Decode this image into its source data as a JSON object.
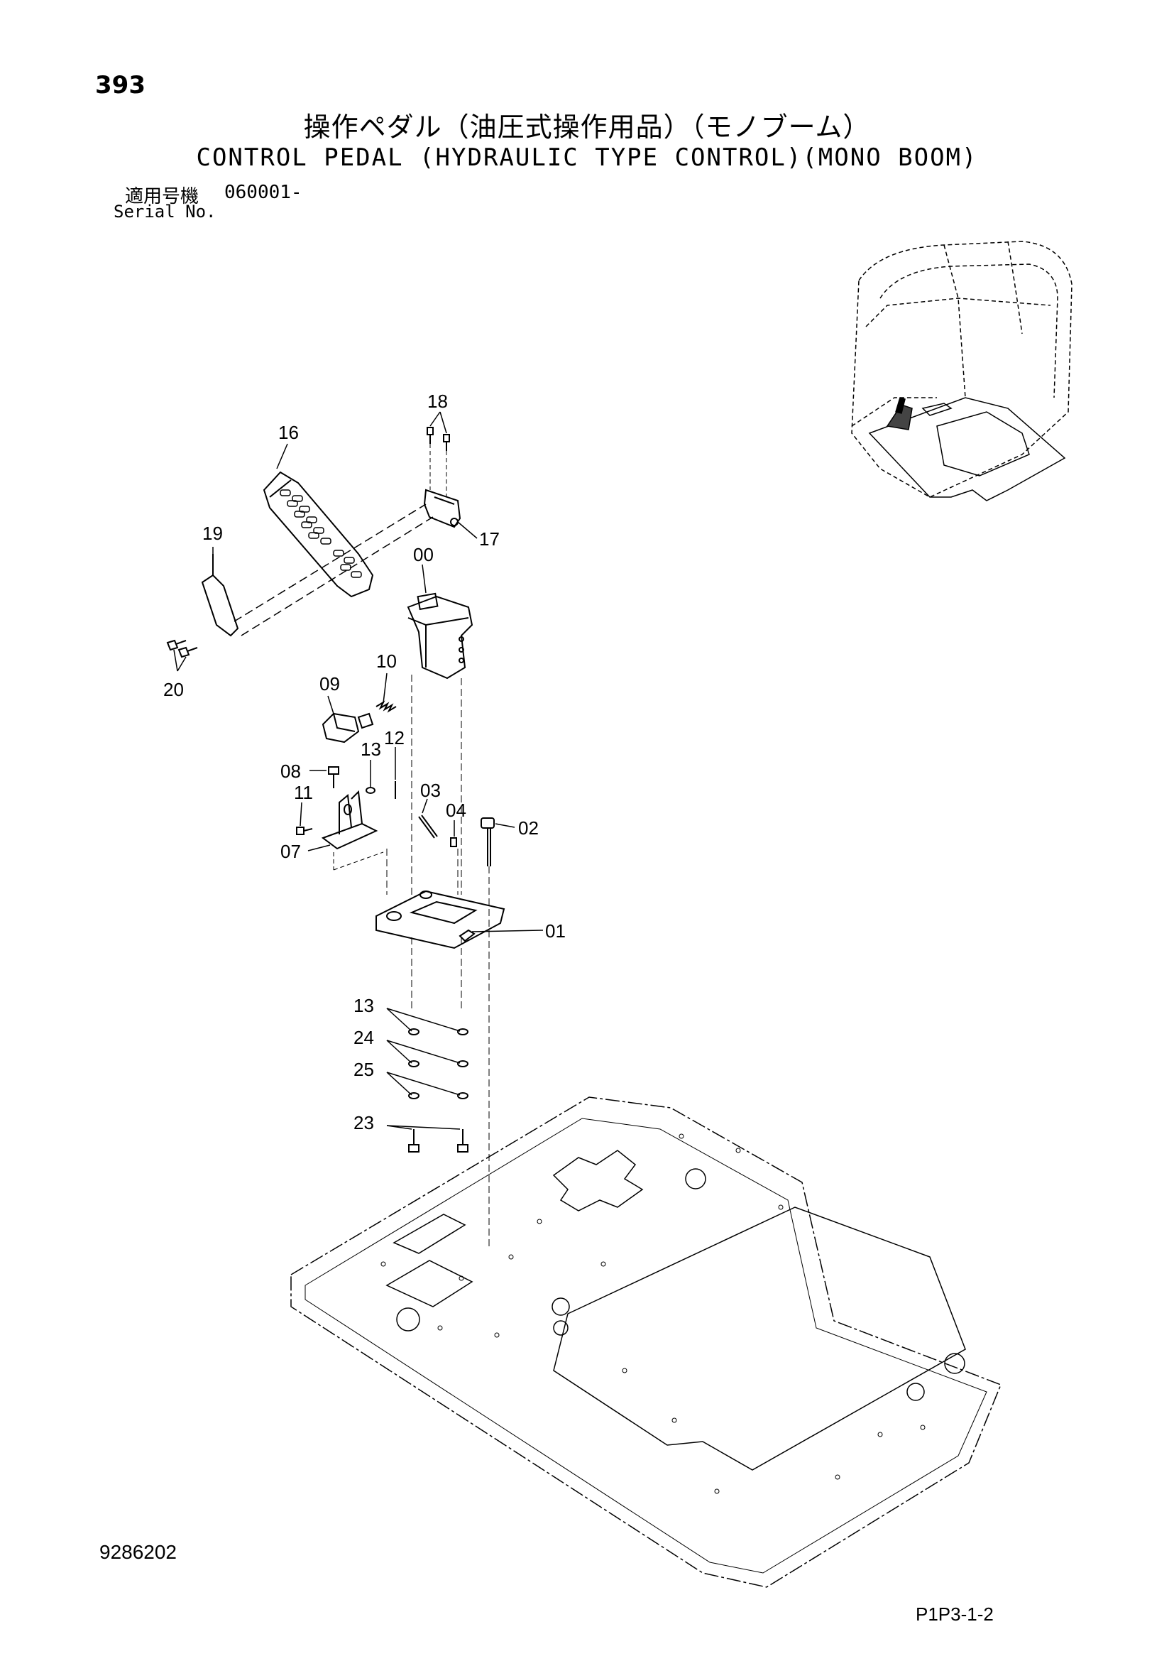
{
  "header": {
    "page_number": "393",
    "title_jp": "操作ペダル（油圧式操作用品）（モノブーム）",
    "title_en": "CONTROL PEDAL (HYDRAULIC TYPE CONTROL)(MONO BOOM)",
    "serial_label_jp": "適用号機",
    "serial_value": "060001-",
    "serial_label_en": "Serial No."
  },
  "diagram": {
    "part_labels": {
      "p00": "00",
      "p01": "01",
      "p02": "02",
      "p03": "03",
      "p04": "04",
      "p07": "07",
      "p08": "08",
      "p09": "09",
      "p10": "10",
      "p11": "11",
      "p12": "12",
      "p13a": "13",
      "p13b": "13",
      "p16": "16",
      "p17": "17",
      "p18": "18",
      "p19": "19",
      "p20": "20",
      "p23": "23",
      "p24": "24",
      "p25": "25"
    }
  },
  "footer": {
    "doc_number": "9286202",
    "page_code": "P1P3-1-2"
  }
}
